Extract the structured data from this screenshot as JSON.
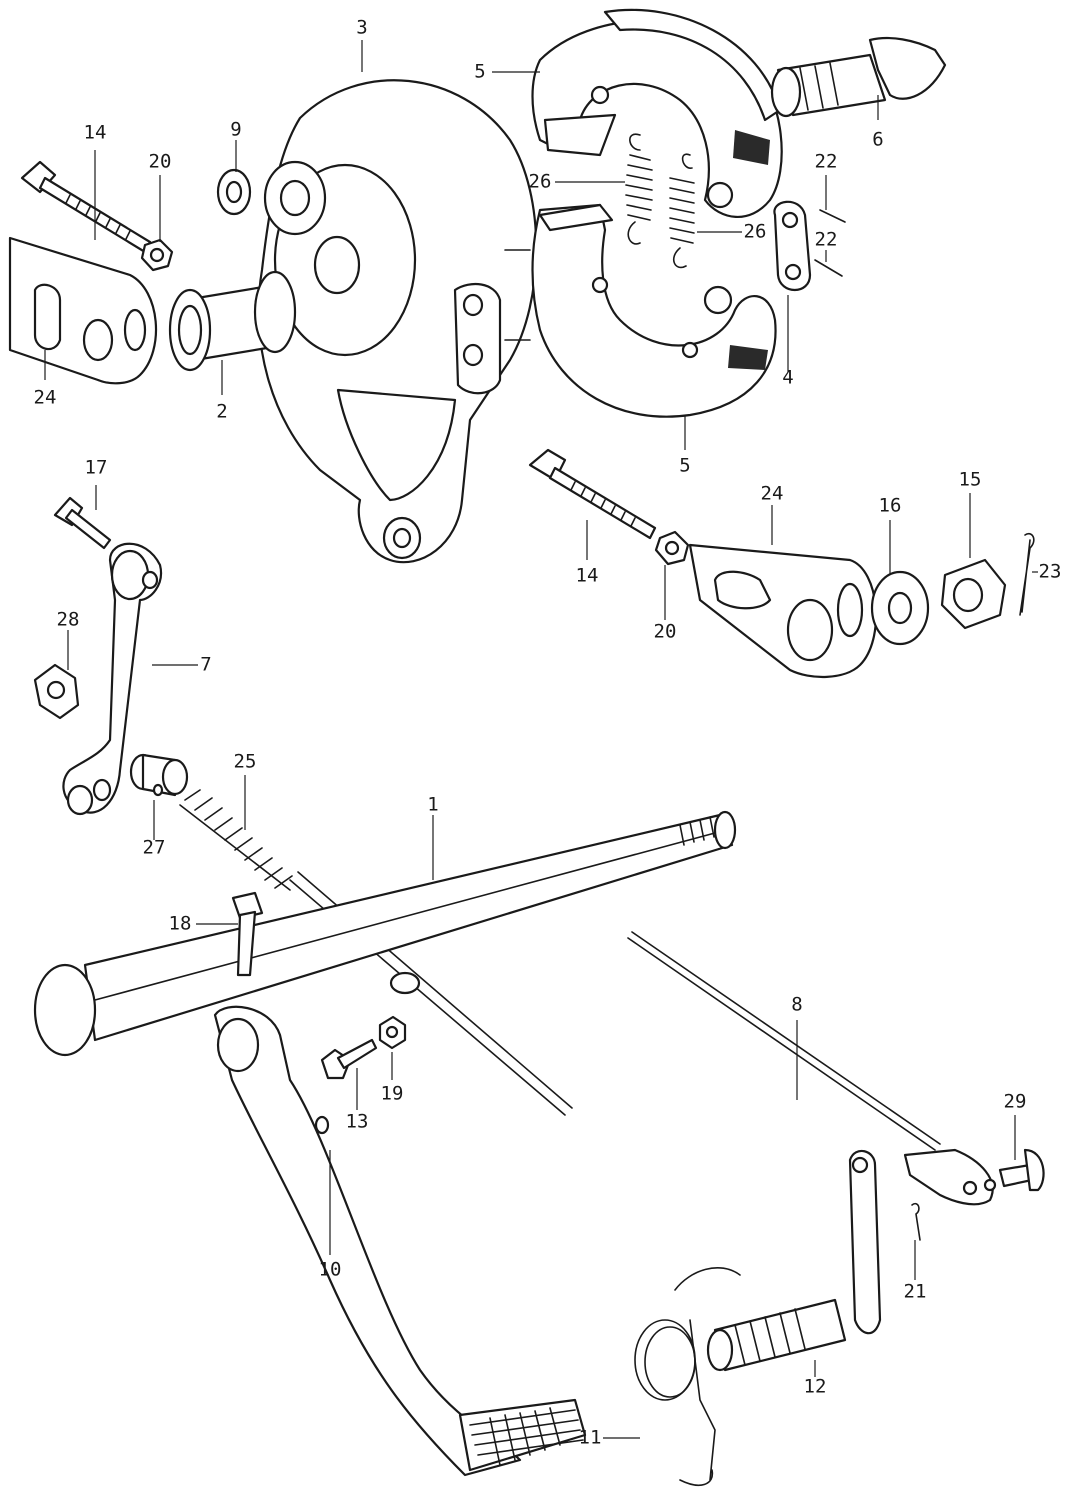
{
  "colors": {
    "line": "#1a1a1a",
    "background": "#ffffff"
  },
  "labels": {
    "p1": "1",
    "p2": "2",
    "p3": "3",
    "p4": "4",
    "p5a": "5",
    "p5b": "5",
    "p6": "6",
    "p7": "7",
    "p8": "8",
    "p9": "9",
    "p10": "10",
    "p11": "11",
    "p12": "12",
    "p13": "13",
    "p14a": "14",
    "p14b": "14",
    "p15": "15",
    "p16": "16",
    "p17": "17",
    "p18": "18",
    "p19": "19",
    "p20a": "20",
    "p20b": "20",
    "p21": "21",
    "p22a": "22",
    "p22b": "22",
    "p23": "23",
    "p24a": "24",
    "p24b": "24",
    "p25": "25",
    "p26a": "26",
    "p26b": "26",
    "p27": "27",
    "p28": "28",
    "p29": "29"
  }
}
